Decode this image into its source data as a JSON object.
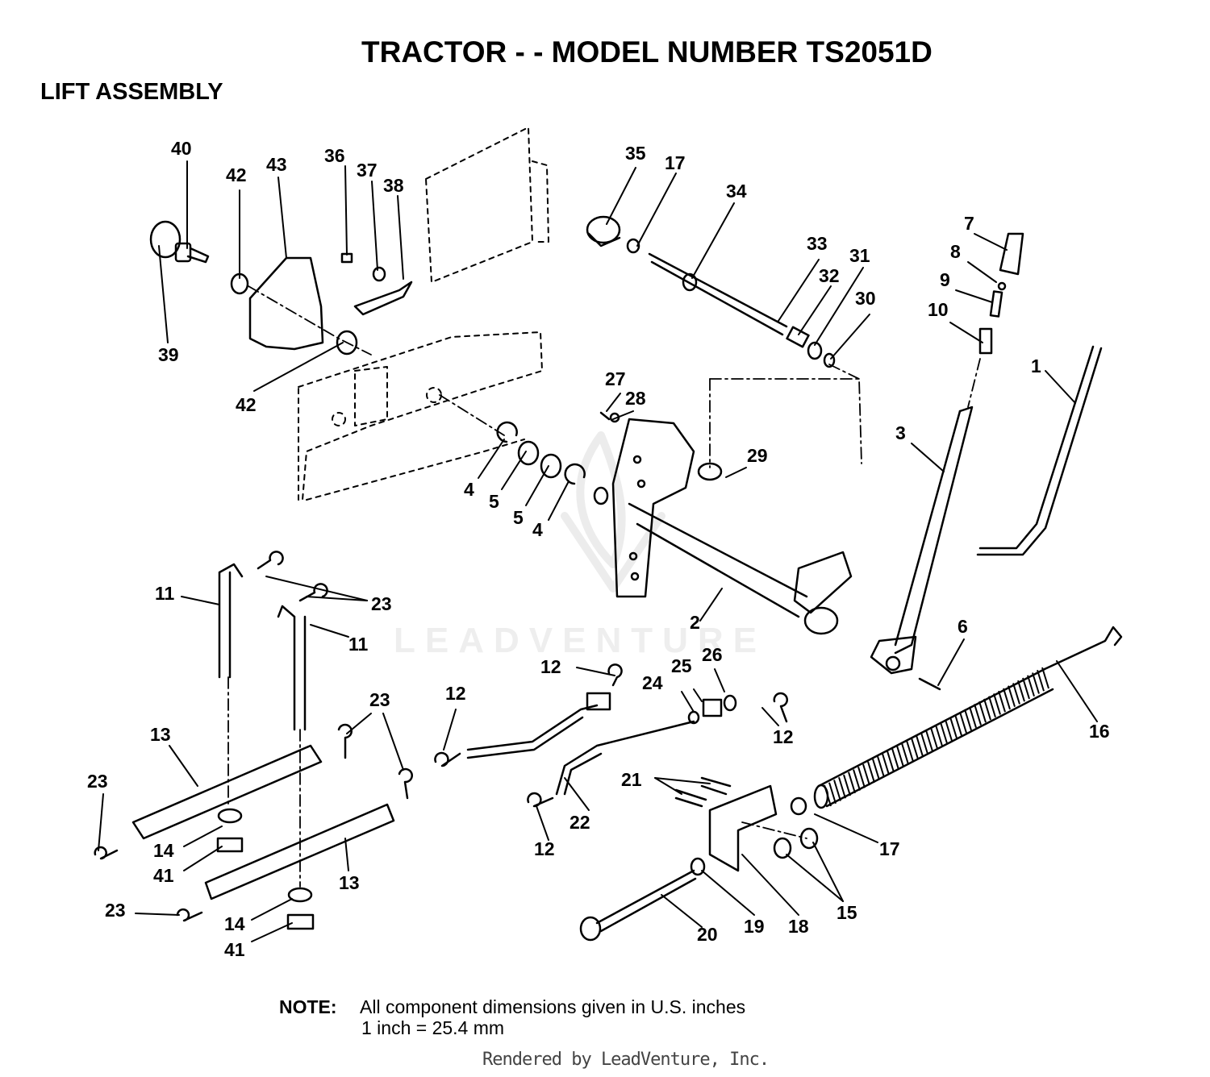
{
  "title": "TRACTOR - - MODEL NUMBER TS2051D",
  "subtitle": "LIFT ASSEMBLY",
  "note": {
    "label": "NOTE:",
    "line1": "All component dimensions given in U.S. inches",
    "line2": "1 inch = 25.4 mm"
  },
  "footer": "Rendered by LeadVenture, Inc.",
  "watermark": "LEADVENTURE",
  "callouts": [
    "40",
    "42",
    "43",
    "36",
    "37",
    "38",
    "39",
    "42",
    "35",
    "17",
    "34",
    "33",
    "32",
    "31",
    "30",
    "7",
    "8",
    "9",
    "10",
    "1",
    "3",
    "6",
    "27",
    "28",
    "29",
    "4",
    "5",
    "5",
    "4",
    "2",
    "11",
    "23",
    "11",
    "12",
    "12",
    "26",
    "25",
    "24",
    "12",
    "23",
    "13",
    "23",
    "14",
    "41",
    "13",
    "23",
    "14",
    "41",
    "21",
    "22",
    "12",
    "17",
    "15",
    "18",
    "19",
    "20",
    "16"
  ]
}
